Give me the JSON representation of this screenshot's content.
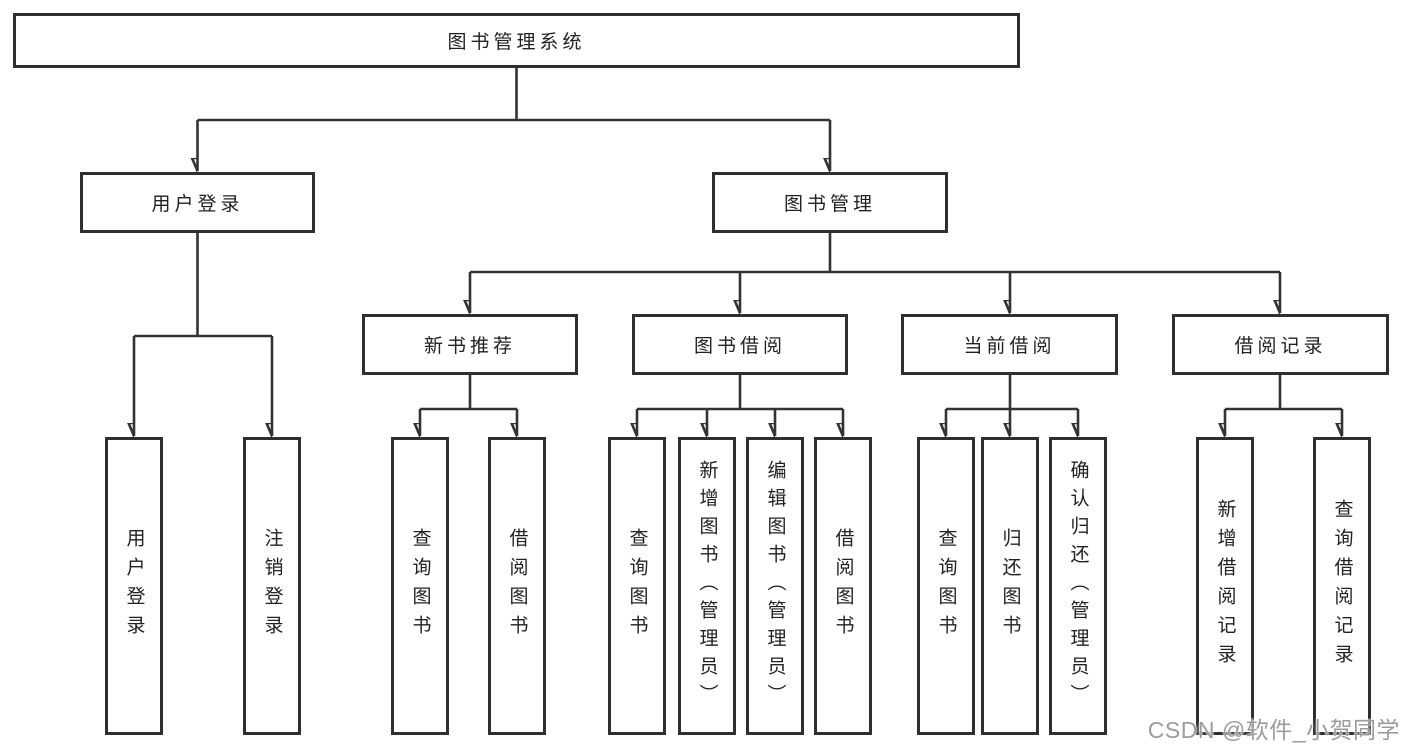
{
  "colors": {
    "line": "#333333",
    "box_border": "#2f2f2f",
    "text": "#222222",
    "watermark": "#9c9c9c",
    "background": "#ffffff"
  },
  "diagram": {
    "root": {
      "label": "图书管理系统"
    },
    "level1": [
      {
        "label": "用户登录"
      },
      {
        "label": "图书管理"
      }
    ],
    "level2": [
      {
        "label": "新书推荐"
      },
      {
        "label": "图书借阅"
      },
      {
        "label": "当前借阅"
      },
      {
        "label": "借阅记录"
      }
    ],
    "leaves": {
      "user_login": [
        "用户登录",
        "注销登录"
      ],
      "new_book_recommend": [
        "查询图书",
        "借阅图书"
      ],
      "book_borrowing": [
        "查询图书",
        "新增图书（管理员）",
        "编辑图书（管理员）",
        "借阅图书"
      ],
      "current_borrowing": [
        "查询图书",
        "归还图书",
        "确认归还（管理员）"
      ],
      "borrowing_records": [
        "新增借阅记录",
        "查询借阅记录"
      ]
    }
  },
  "watermark": {
    "text": "CSDN @软件_小贺同学"
  }
}
